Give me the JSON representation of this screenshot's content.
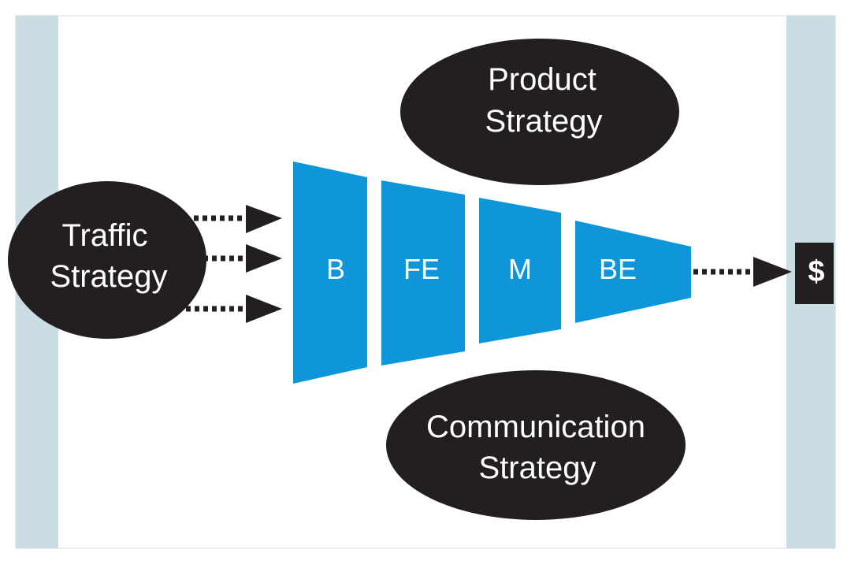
{
  "diagram": {
    "traffic": {
      "line1": "Traffic",
      "line2": "Strategy"
    },
    "product": {
      "line1": "Product",
      "line2": "Strategy"
    },
    "communication": {
      "line1": "Communication",
      "line2": "Strategy"
    },
    "funnel_stages": [
      "B",
      "FE",
      "M",
      "BE"
    ],
    "money_label": "$"
  },
  "colors": {
    "side_band": "#c9dde3",
    "ellipse": "#231f20",
    "funnel": "#0f96d9",
    "ellipse_text": "#ffffff",
    "arrow": "#231f20"
  }
}
